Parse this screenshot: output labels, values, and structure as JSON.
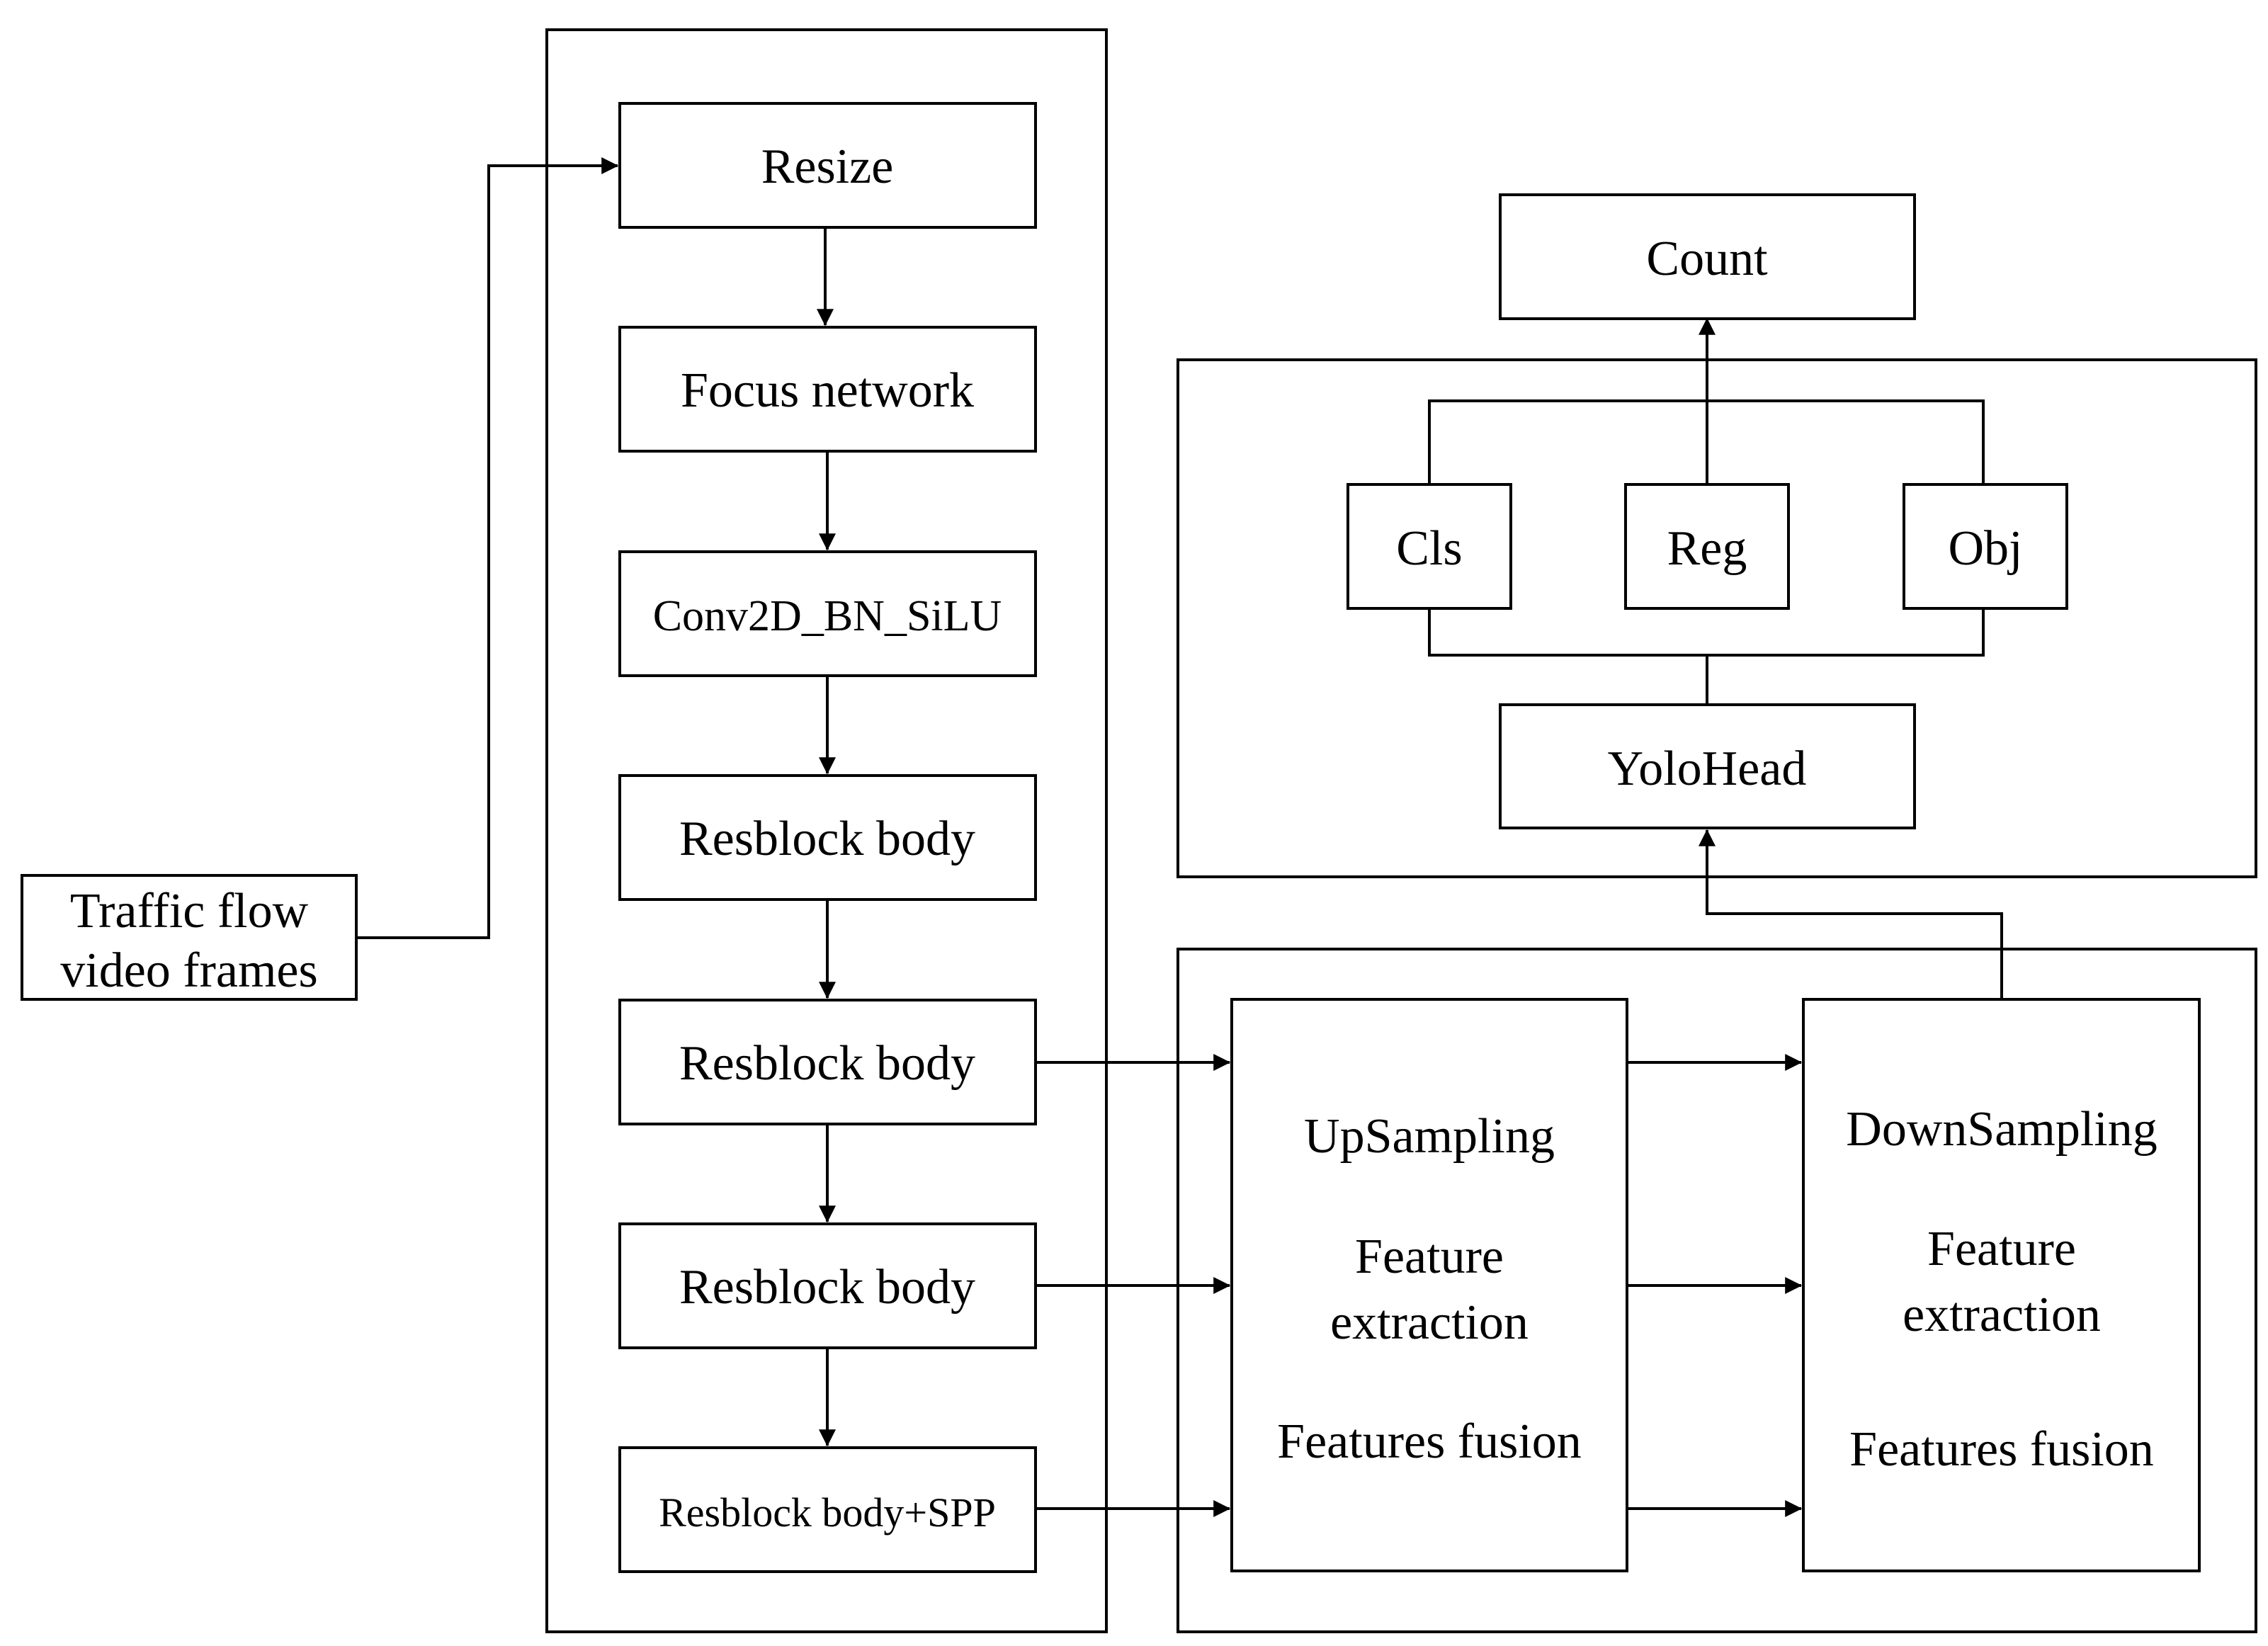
{
  "input": {
    "label_line1": "Traffic flow",
    "label_line2": "video frames"
  },
  "backbone": {
    "blocks": [
      "Resize",
      "Focus network",
      "Conv2D_BN_SiLU",
      "Resblock body",
      "Resblock body",
      "Resblock body",
      "Resblock body+SPP"
    ]
  },
  "neck": {
    "upsampling": {
      "title": "UpSampling",
      "line2": "Feature",
      "line3": "extraction",
      "line4": "Features fusion"
    },
    "downsampling": {
      "title": "DownSampling",
      "line2": "Feature",
      "line3": "extraction",
      "line4": "Features fusion"
    }
  },
  "head": {
    "yolohead": "YoloHead",
    "branches": [
      "Cls",
      "Reg",
      "Obj"
    ],
    "output": "Count"
  }
}
